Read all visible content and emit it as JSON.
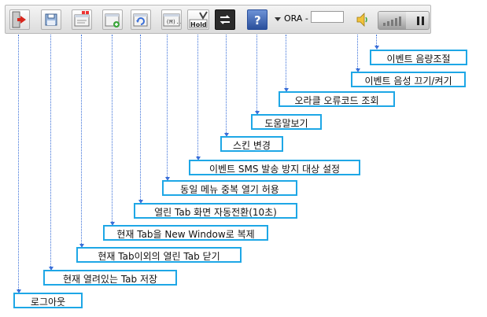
{
  "toolbar": {
    "ora_label": "ORA -",
    "ora_value": "",
    "volume_level": 0.55,
    "buttons": [
      {
        "name": "logout",
        "icon": "logout-door-icon"
      },
      {
        "name": "save",
        "icon": "save-floppy-icon"
      },
      {
        "name": "close-others",
        "icon": "close-other-tabs-icon"
      },
      {
        "name": "new-window",
        "icon": "new-window-copy-icon"
      },
      {
        "name": "auto-switch",
        "icon": "auto-refresh-icon"
      },
      {
        "name": "duplicate-menu",
        "icon": "duplicate-menu-icon"
      },
      {
        "name": "hold-sms",
        "icon": "hold-icon",
        "text": "Hold"
      },
      {
        "name": "skin",
        "icon": "skin-change-icon"
      },
      {
        "name": "help",
        "icon": "help-icon",
        "text": "?"
      },
      {
        "name": "event-sound",
        "icon": "speaker-icon"
      },
      {
        "name": "event-volume",
        "icon": "volume-bar-icon"
      }
    ]
  },
  "callouts": [
    {
      "label": "로그아웃"
    },
    {
      "label": "현재 열려있는 Tab 저장"
    },
    {
      "label": "현재 Tab이외의 열린 Tab 닫기"
    },
    {
      "label": "현재 Tab을 New Window로 복제"
    },
    {
      "label": "열린 Tab 화면 자동전환(10초)"
    },
    {
      "label": "동일 메뉴 중복 열기 허용"
    },
    {
      "label": "이벤트 SMS 발송 방지 대상 설정"
    },
    {
      "label": "스킨 변경"
    },
    {
      "label": "도움말보기"
    },
    {
      "label": "오라클 오류코드 조회"
    },
    {
      "label": "이벤트 음성 끄기/켜기"
    },
    {
      "label": "이벤트 음량조절"
    }
  ]
}
